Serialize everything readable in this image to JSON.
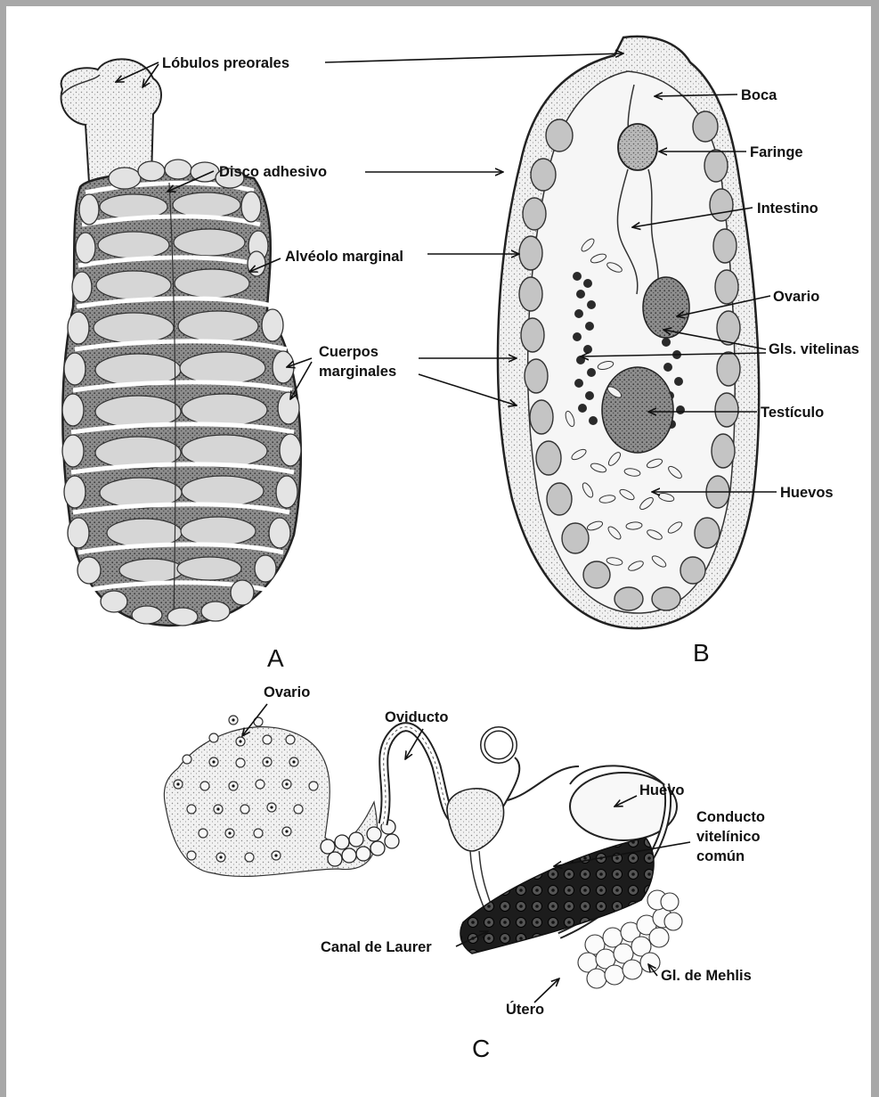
{
  "figure": {
    "panels": [
      "A",
      "B",
      "C"
    ],
    "panel_a": {
      "labels": {
        "lobulos": "Lóbulos preorales",
        "disco": "Disco adhesivo",
        "alveolo": "Alvéolo marginal",
        "cuerpos_1": "Cuerpos",
        "cuerpos_2": "marginales"
      }
    },
    "panel_b": {
      "labels": {
        "boca": "Boca",
        "faringe": "Faringe",
        "intestino": "Intestino",
        "ovario": "Ovario",
        "gls": "Gls. vitelinas",
        "testiculo": "Testículo",
        "huevos": "Huevos"
      }
    },
    "panel_c": {
      "labels": {
        "ovario": "Ovario",
        "oviducto": "Oviducto",
        "huevo": "Huevo",
        "conducto_1": "Conducto",
        "conducto_2": "vitelínico",
        "conducto_3": "común",
        "canal": "Canal de Laurer",
        "gl_mehlis": "Gl. de Mehlis",
        "utero": "Útero"
      }
    }
  }
}
